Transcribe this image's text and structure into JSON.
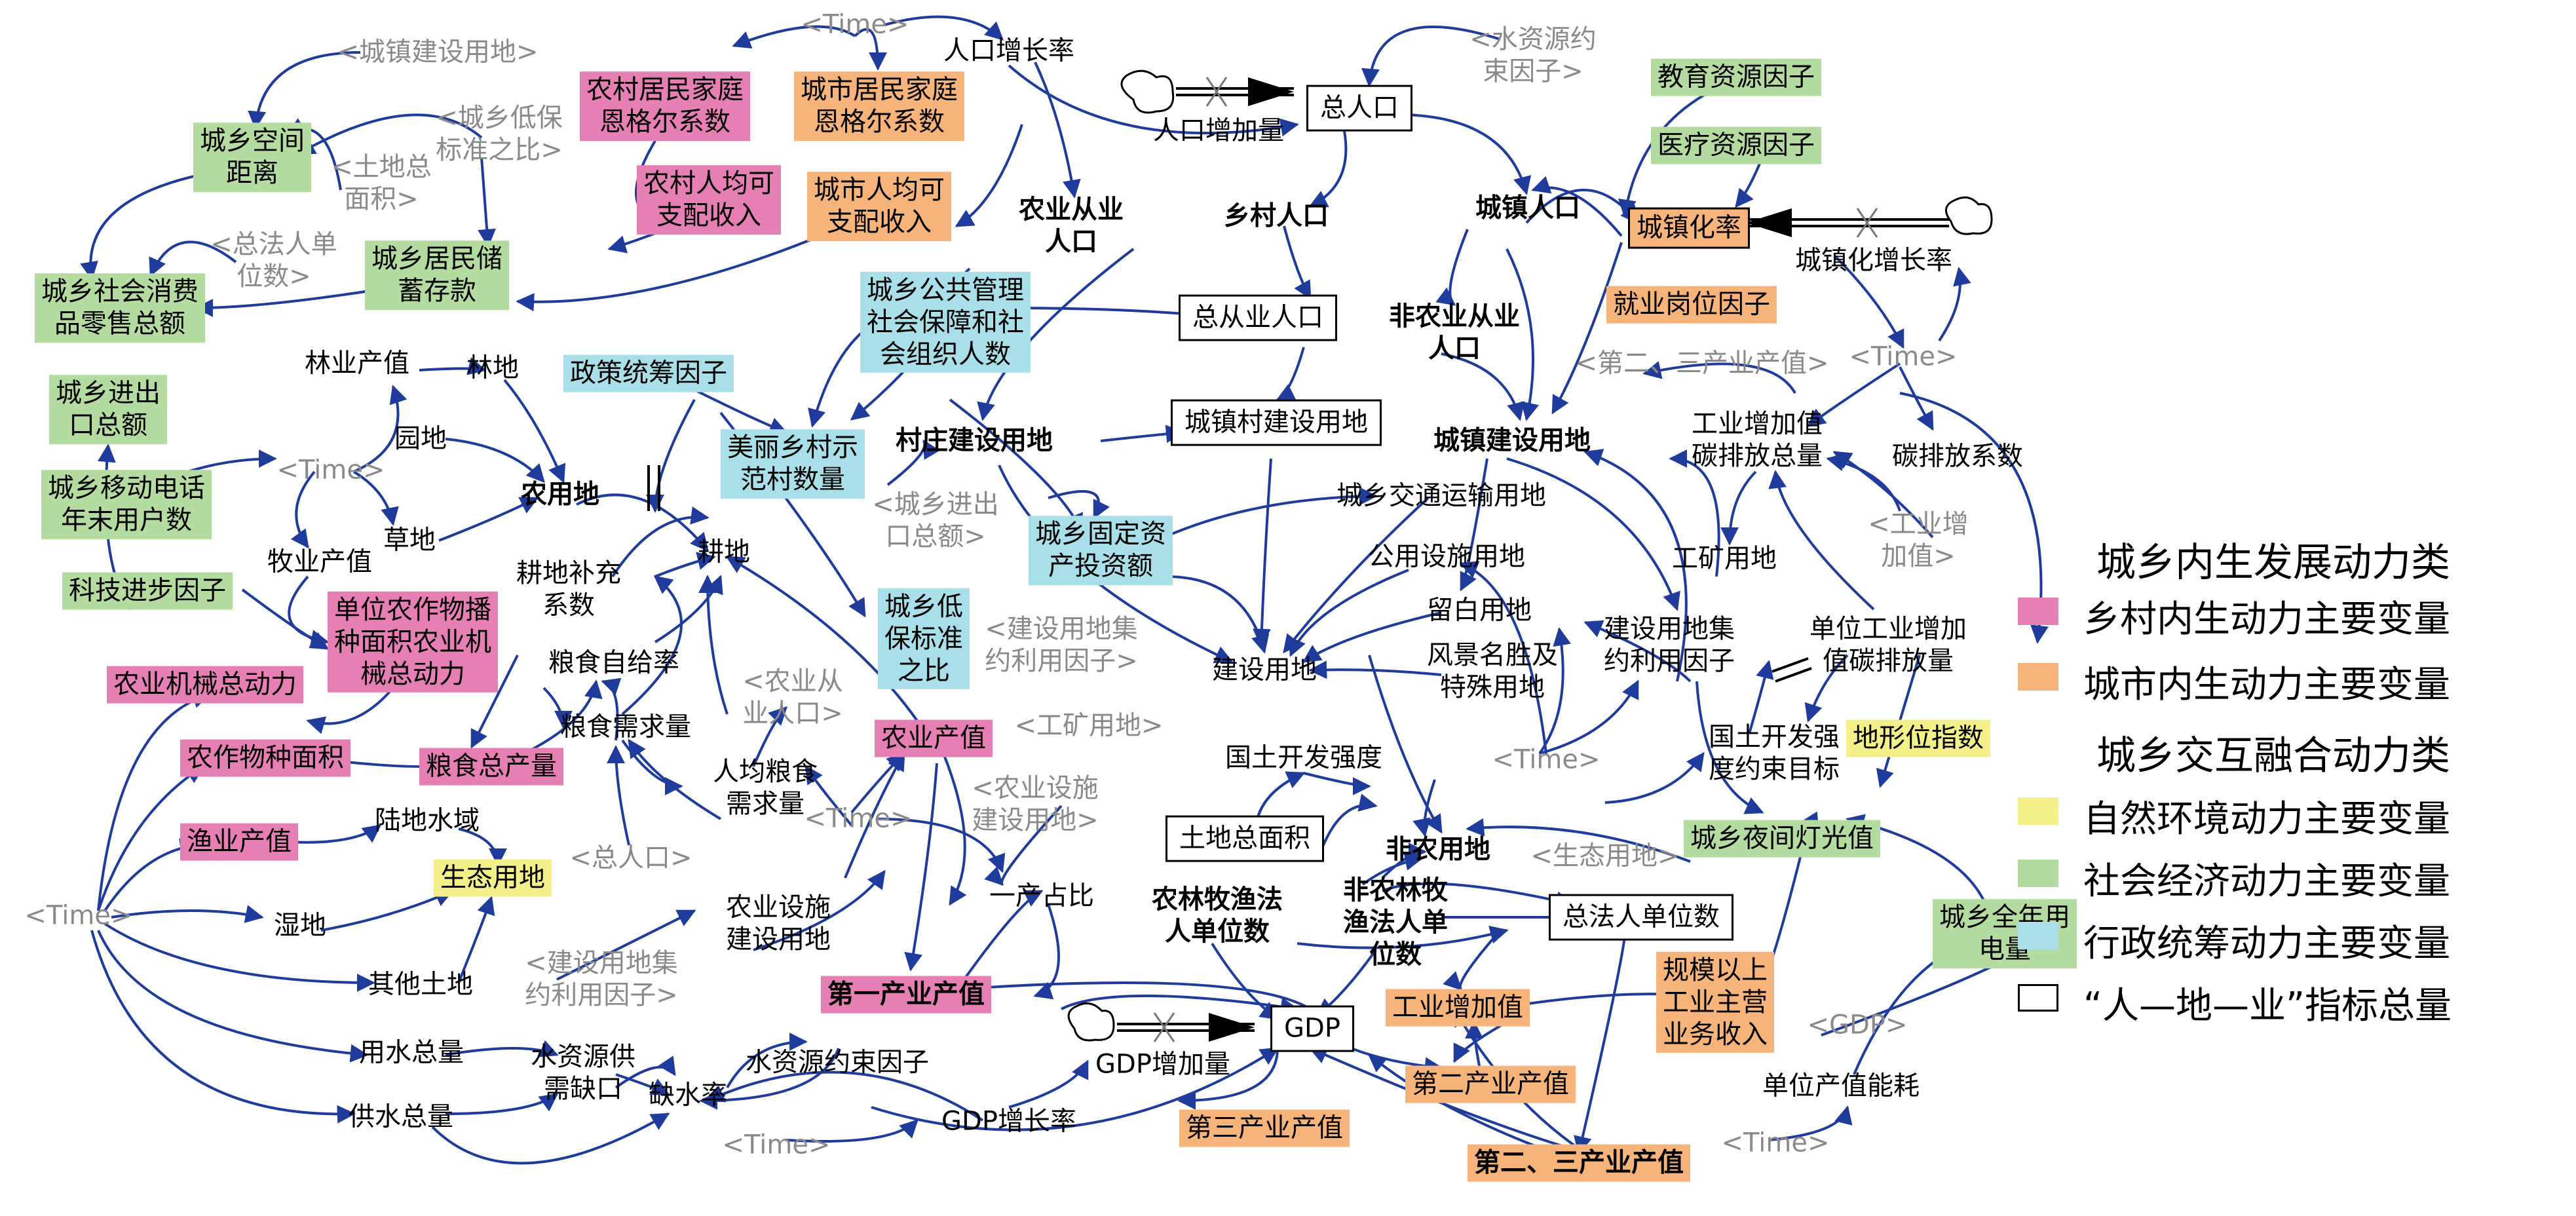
{
  "colors": {
    "rural": "#e67fb4",
    "urban": "#f6b47a",
    "nature": "#f3f089",
    "socio": "#b5dca0",
    "admin": "#a8dfe8",
    "total": "#ffffff",
    "arrow": "#1f3c9c"
  },
  "nodes": {
    "time_top": "<Time>",
    "urban_constr_shadow": "<城镇建设用地>",
    "rural_engel": "农村居民家庭\n恩格尔系数",
    "urban_engel": "城市居民家庭\n恩格尔系数",
    "pop_growth_rate": "人口增长率",
    "water_constraint_shadow": "<水资源约\n束因子>",
    "edu_factor": "教育资源因子",
    "medical_factor": "医疗资源因子",
    "space_distance": "城乡空间\n距离",
    "low_ins_ratio_shadow": "<城乡低保\n标准之比>",
    "land_area_shadow": "<土地总\n面积>",
    "rural_income": "农村人均可\n支配收入",
    "urban_income": "城市人均可\n支配收入",
    "pop_increase": "人口增加量",
    "total_pop": "总人口",
    "urban_rate": "城镇化率",
    "urban_rate_growth": "城镇化增长率",
    "legal_unit_shadow": "<总法人单\n位数>",
    "savings": "城乡居民储\n蓄存款",
    "retail_sales": "城乡社会消费\n品零售总额",
    "agri_employ_pop": "农业从业\n人口",
    "rural_pop": "乡村人口",
    "urban_pop": "城镇人口",
    "public_mgmt": "城乡公共管理\n社会保障和社\n会组织人数",
    "total_employ_pop": "总从业人口",
    "nonagri_employ_pop": "非农业从业\n人口",
    "job_factor": "就业岗位因子",
    "forestry_output": "林业产值",
    "woodland": "林地",
    "policy_factor": "政策统筹因子",
    "import_export": "城乡进出\n口总额",
    "secondary_tertiary_shadow": "<第二、三产业产值>",
    "time_right": "<Time>",
    "garden": "园地",
    "beautiful_village": "美丽乡村示\n范村数量",
    "village_constr_land": "村庄建设用地",
    "town_village_constr_land": "城镇村建设用地",
    "urban_constr_land": "城镇建设用地",
    "ind_emission_total": "工业增加值\n碳排放总量",
    "carbon_coef": "碳排放系数",
    "time_left_mid": "<Time>",
    "mobile_users": "城乡移动电话\n年末用户数",
    "farmland": "农用地",
    "ie_shadow": "<城乡进出\n口总额>",
    "fixed_invest": "城乡固定资\n产投资额",
    "transport_land": "城乡交通运输用地",
    "ind_value_shadow": "<工业增\n加值>",
    "grassland": "草地",
    "livestock_output": "牧业产值",
    "cultivated": "耕地",
    "cultivated_coef": "耕地补充\n系数",
    "mining_land": "工矿用地",
    "public_facility_land": "公用设施用地",
    "tech_factor": "科技进步因子",
    "machinery_per_area": "单位农作物播\n种面积农业机\n械总动力",
    "low_ins_ratio": "城乡低\n保标准\n之比",
    "constr_intensive_shadow": "<建设用地集\n约利用因子>",
    "leftover_land": "留白用地",
    "constr_intensive": "建设用地集\n约利用因子",
    "unit_ind_emission": "单位工业增加\n值碳排放量",
    "grain_self": "粮食自给率",
    "scenic_land": "风景名胜及\n特殊用地",
    "construction_land": "建设用地",
    "agri_machinery_power": "农业机械总动力",
    "agri_employ_shadow": "<农业从\n业人口>",
    "mining_shadow": "<工矿用地>",
    "grain_demand": "粮食需求量",
    "agri_output": "农业产值",
    "time_center": "<Time>",
    "dev_target": "国土开发强\n度约束目标",
    "terrain_index": "地形位指数",
    "crop_area": "农作物种面积",
    "grain_total": "粮食总产量",
    "per_capita_grain": "人均粮食\n需求量",
    "dev_intensity": "国土开发强度",
    "agri_facility_shadow": "<农业设施\n建设用地>",
    "time_mid": "<Time>",
    "fishery_output": "渔业产值",
    "land_water": "陆地水域",
    "total_land_area": "土地总面积",
    "nonagri_land": "非农用地",
    "eco_land_shadow": "<生态用地>",
    "night_light": "城乡夜间灯光值",
    "eco_land": "生态用地",
    "time_left": "<Time>",
    "total_pop_shadow": "<总人口>",
    "agri_facility_land": "农业设施\n建设用地",
    "primary_ratio": "一产占比",
    "agri_legal_units": "农林牧渔法\n人单位数",
    "nonagri_legal_units": "非农林牧\n渔法人单\n位数",
    "total_legal_units": "总法人单位数",
    "power_consumption": "城乡全年用\n电量",
    "wetland": "湿地",
    "other_land": "其他土地",
    "constr_intensive_shadow2": "<建设用地集\n约利用因子>",
    "primary_output": "第一产业产值",
    "industrial_value": "工业增加值",
    "above_scale_revenue": "规模以上\n工业主营\n业务收入",
    "gdp_shadow": "<GDP>",
    "gdp": "GDP",
    "gdp_increase": "GDP增加量",
    "water_use": "用水总量",
    "water_gap": "水资源供\n需缺口",
    "water_constraint": "水资源约束因子",
    "water_shortage": "缺水率",
    "secondary_output": "第二产业产值",
    "unit_energy": "单位产值能耗",
    "water_supply": "供水总量",
    "time_bottom": "<Time>",
    "gdp_growth_rate": "GDP增长率",
    "tertiary_output": "第三产业产值",
    "sec_tert_output": "第二、三产业产值",
    "time_bottom_right": "<Time>"
  },
  "legend": {
    "endogenous_title": "城乡内生发展动力类",
    "rural_main": "乡村内生动力主要变量",
    "urban_main": "城市内生动力主要变量",
    "interactive_title": "城乡交互融合动力类",
    "nature_main": "自然环境动力主要变量",
    "socio_main": "社会经济动力主要变量",
    "admin_main": "行政统筹动力主要变量",
    "total_indicator": "“人—地—业”指标总量"
  }
}
